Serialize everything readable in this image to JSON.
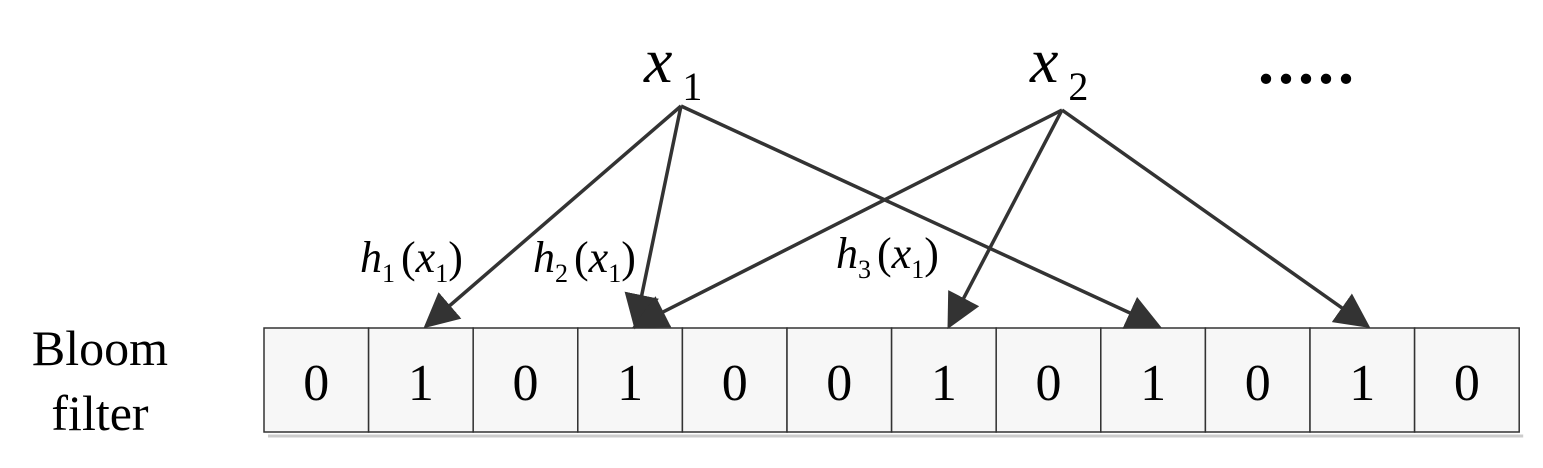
{
  "filter_label": [
    "Bloom",
    "filter"
  ],
  "bits": [
    "0",
    "1",
    "0",
    "1",
    "0",
    "0",
    "1",
    "0",
    "1",
    "0",
    "1",
    "0"
  ],
  "elements": [
    {
      "name": "x",
      "sub": "1"
    },
    {
      "name": "x",
      "sub": "2"
    }
  ],
  "ellipsis": ".....",
  "hash_labels": [
    {
      "fn": "h",
      "fn_sub": "1",
      "arg": "x",
      "arg_sub": "1"
    },
    {
      "fn": "h",
      "fn_sub": "2",
      "arg": "x",
      "arg_sub": "1"
    },
    {
      "fn": "h",
      "fn_sub": "3",
      "arg": "x",
      "arg_sub": "1"
    }
  ],
  "arrows": [
    {
      "from": 0,
      "to_cell": 1
    },
    {
      "from": 0,
      "to_cell": 3
    },
    {
      "from": 0,
      "to_cell": 8
    },
    {
      "from": 1,
      "to_cell": 3
    },
    {
      "from": 1,
      "to_cell": 6
    },
    {
      "from": 1,
      "to_cell": 10
    }
  ]
}
